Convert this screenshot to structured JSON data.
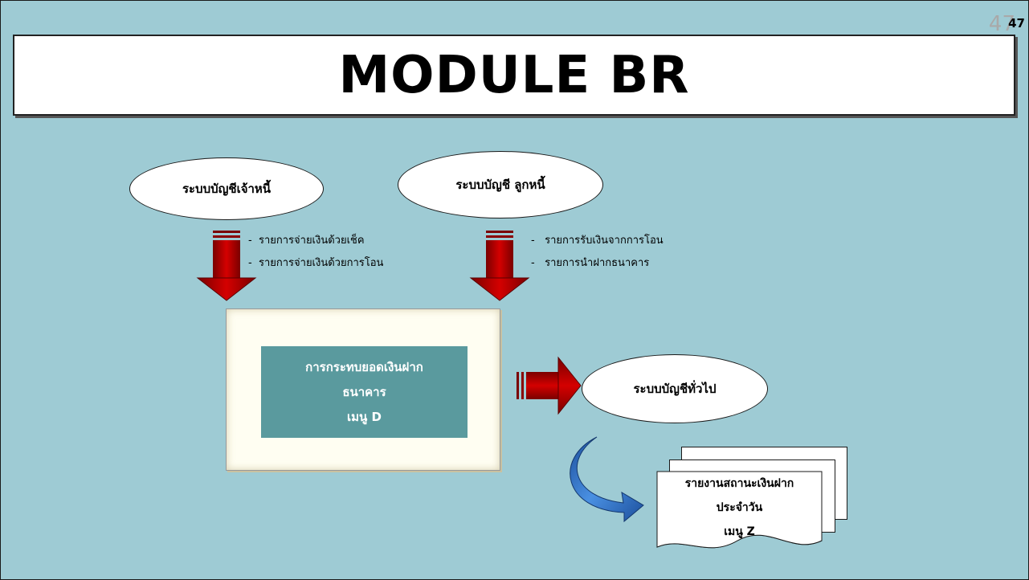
{
  "page_number": "47",
  "title": "MODULE BR",
  "sources": {
    "ap": {
      "label": "ระบบบัญชีเจ้าหนี้",
      "items": [
        "รายการจ่ายเงินด้วยเช็ค",
        "รายการจ่ายเงินด้วยการโอน"
      ]
    },
    "ar": {
      "label": "ระบบบัญชี ลูกหนี้",
      "items": [
        "รายการรับเงินจากการโอน",
        "รายการนำฝากธนาคาร"
      ]
    }
  },
  "process": {
    "lines": [
      "การกระทบยอดเงินฝาก",
      "ธนาคาร",
      "เมนู D"
    ]
  },
  "target": {
    "label": "ระบบบัญชีทั่วไป"
  },
  "report": {
    "lines": [
      "รายงานสถานะเงินฝาก",
      "ประจำวัน",
      "เมนู Z"
    ]
  },
  "colors": {
    "background": "#9ecbd4",
    "arrow": "#c00000",
    "process_box": "#5a9a9e",
    "curved_arrow": "#2f6fbf"
  }
}
